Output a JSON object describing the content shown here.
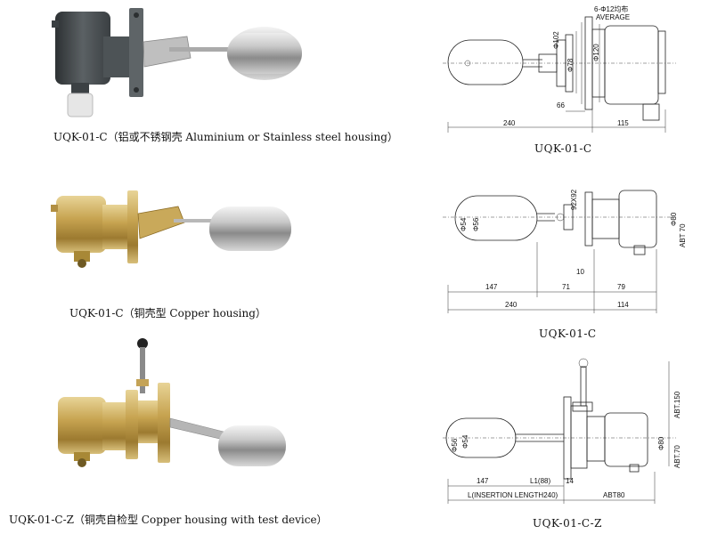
{
  "products": [
    {
      "caption": "UQK-01-C（铝或不锈钢壳 Aluminium or Stainless steel housing）",
      "drawing_caption": "UQK-01-C",
      "housing_color": "#4a4f52",
      "dims": {
        "bolts": "6-Φ12均布",
        "average": "AVERAGE",
        "d102": "Φ102",
        "d78": "Φ78",
        "d120": "Φ120",
        "d66": "66",
        "d240": "240",
        "d115": "115"
      }
    },
    {
      "caption": "UQK-01-C（铜壳型 Copper housing）",
      "drawing_caption": "UQK-01-C",
      "housing_color": "#c9a95a",
      "dims": {
        "d54": "Φ54",
        "d56": "Φ56",
        "sq92": "92X92",
        "d80": "Φ80",
        "abt70": "ABT 70",
        "d10": "10",
        "d147": "147",
        "d71": "71",
        "d79": "79",
        "d240": "240",
        "d114": "114"
      }
    },
    {
      "caption": "UQK-01-C-Z（铜壳自检型 Copper housing with test device）",
      "drawing_caption": "UQK-01-C-Z",
      "housing_color": "#c9a95a",
      "dims": {
        "d56": "Φ56",
        "d54": "Φ54",
        "d80": "Φ80",
        "abt150": "ABT.150",
        "abt70": "ABT.70",
        "d147": "147",
        "l1": "L1(88)",
        "d14": "14",
        "insertion": "L(INSERTION LENGTH240)",
        "abt80": "ABT80"
      }
    }
  ]
}
